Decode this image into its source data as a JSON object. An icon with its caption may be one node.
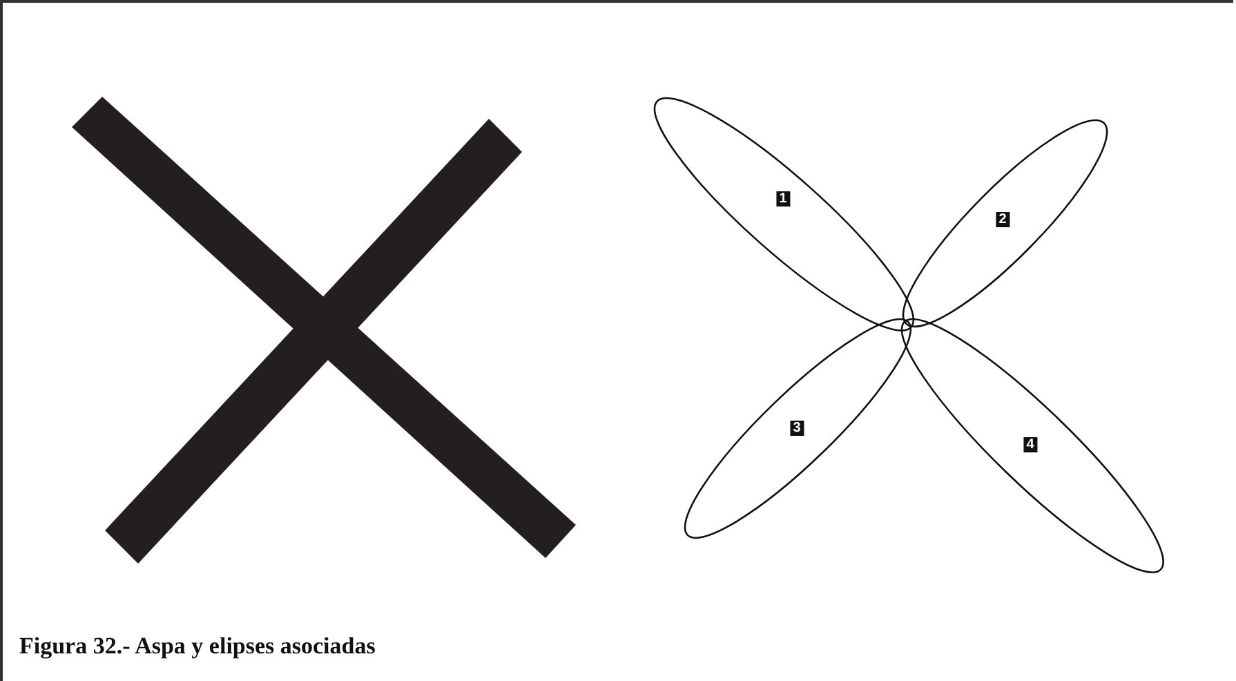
{
  "diagram": {
    "caption": "Figura 32.- Aspa y elipses asociadas",
    "nodes": [
      {
        "text": [
          "1"
        ]
      },
      {
        "text": [
          "2"
        ]
      },
      {
        "text": [
          "3"
        ]
      },
      {
        "text": [
          "4"
        ]
      }
    ]
  }
}
